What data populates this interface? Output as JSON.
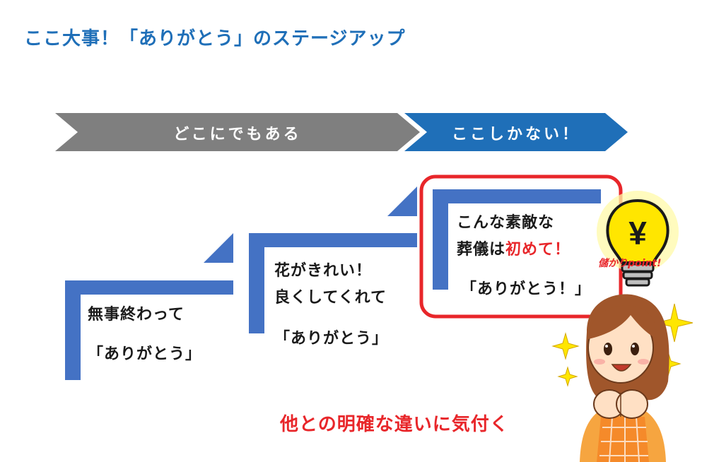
{
  "title": "ここ大事！「ありがとう」のステージアップ",
  "banner": {
    "left_label": "どこにでもある",
    "right_label": "ここしかない！"
  },
  "steps": [
    {
      "line1": "無事終わって",
      "line2": "「ありがとう」"
    },
    {
      "line1": "花がきれい！",
      "line2": "良くしてくれて",
      "line3": "「ありがとう」"
    },
    {
      "line1": "こんな素敵な",
      "line2_prefix": "葬儀は",
      "line2_accent": "初めて！",
      "line3": "「ありがとう！」"
    }
  ],
  "bulb": {
    "symbol": "¥",
    "label": "儲かりpoint!"
  },
  "message": "他との明確な違いに気付く",
  "colors": {
    "title": "#1f6fb8",
    "arrow_gray": "#7f7f7f",
    "arrow_blue": "#1f6fb8",
    "step_blue": "#4472c4",
    "highlight_red": "#e8262a"
  },
  "icons": [
    "lightbulb-icon",
    "yen-icon",
    "woman-illustration",
    "sparkle-icon"
  ]
}
